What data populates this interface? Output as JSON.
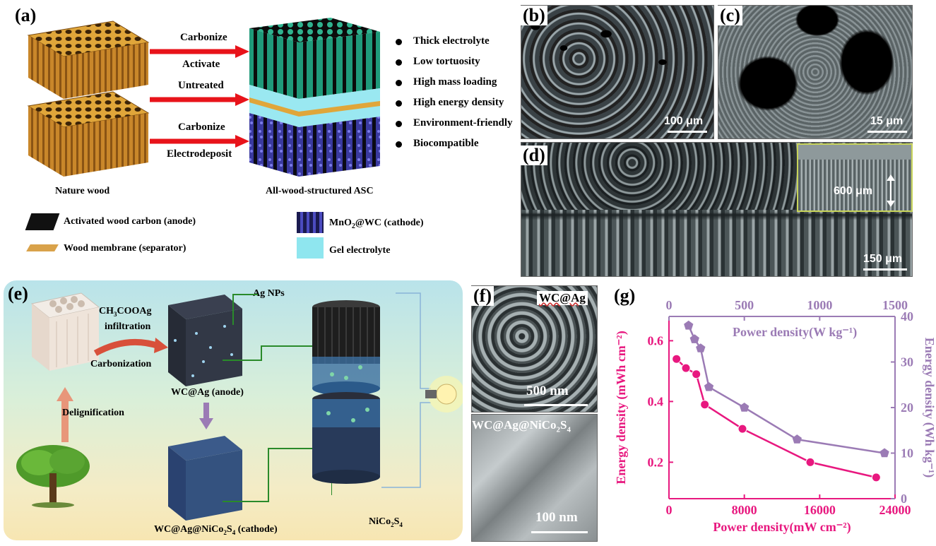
{
  "panel_labels": {
    "a": "(a)",
    "b": "(b)",
    "c": "(c)",
    "d": "(d)",
    "e": "(e)",
    "f": "(f)",
    "g": "(g)"
  },
  "panel_a": {
    "arrows": [
      {
        "top": "Carbonize",
        "bottom": "Activate"
      },
      {
        "top": "Untreated",
        "bottom": ""
      },
      {
        "top": "Carbonize",
        "bottom": "Electrodeposit"
      }
    ],
    "caption_left": "Nature wood",
    "caption_right": "All-wood-structured ASC",
    "features": [
      "Thick electrolyte",
      "Low tortuosity",
      "High mass loading",
      "High energy density",
      "Environment-friendly",
      "Biocompatible"
    ],
    "legend": [
      {
        "label": "Activated wood carbon (anode)",
        "color": "#111111"
      },
      {
        "label": "Wood membrane (separator)",
        "color": "#d9a24a"
      },
      {
        "label_main": "MnO",
        "label_sub": "2",
        "label_rest": "@WC (cathode)",
        "color": "#2a2a7a"
      },
      {
        "label": "Gel electrolyte",
        "color": "#8fe6ef"
      }
    ]
  },
  "panel_b": {
    "scale": "100 μm"
  },
  "panel_c": {
    "scale": "15 μm"
  },
  "panel_d": {
    "scale": "150 μm",
    "inset_scale": "600 μm"
  },
  "panel_e": {
    "reagent_main": "CH",
    "reagent_sub1": "3",
    "reagent_mid": "COOAg",
    "infiltration": "infiltration",
    "carbonization": "Carbonization",
    "delignification": "Delignification",
    "ag_nps": "Ag NPs",
    "anode": "WC@Ag (anode)",
    "cathode_main": "WC@Ag@NiCo",
    "cathode_sub1": "2",
    "cathode_mid": "S",
    "cathode_sub2": "4",
    "cathode_rest": " (cathode)",
    "nico_main": "NiCo",
    "nico_sub1": "2",
    "nico_mid": "S",
    "nico_sub2": "4"
  },
  "panel_f": {
    "top_label": "WC@Ag",
    "top_scale": "500 nm",
    "bottom_main": "WC@Ag@NiCo",
    "bottom_sub1": "2",
    "bottom_mid": "S",
    "bottom_sub2": "4",
    "bottom_scale": "100 nm"
  },
  "chart_data": {
    "type": "line",
    "title": "",
    "series": [
      {
        "name": "",
        "axis": "bottom-left",
        "color": "#e8187f",
        "x": [
          800,
          1800,
          2900,
          3800,
          7800,
          15000,
          22000
        ],
        "y": [
          0.54,
          0.51,
          0.49,
          0.39,
          0.31,
          0.2,
          0.15
        ]
      },
      {
        "name": "",
        "axis": "top-right",
        "color": "#9b7bb5",
        "x": [
          130,
          170,
          210,
          265,
          500,
          850,
          1430
        ],
        "y": [
          38,
          35,
          33,
          24.5,
          20,
          13,
          10
        ]
      }
    ],
    "xlabel_bottom": "Power density(mW cm⁻²)",
    "xlabel_top": "Power density(W kg⁻¹)",
    "ylabel_left": "Energy density (mWh cm⁻²)",
    "ylabel_right": "Energy density (Wh kg⁻¹)",
    "xlim_bottom": [
      0,
      24000
    ],
    "xticks_bottom": [
      "0",
      "8000",
      "16000",
      "24000"
    ],
    "ylim_left": [
      0.08,
      0.68
    ],
    "yticks_left": [
      "0.2",
      "0.4",
      "0.6"
    ],
    "xlim_top": [
      0,
      1500
    ],
    "xticks_top": [
      "0",
      "500",
      "1000",
      "1500"
    ],
    "ylim_right": [
      0,
      40
    ],
    "yticks_right": [
      "0",
      "10",
      "20",
      "30",
      "40"
    ],
    "colors": {
      "left": "#e8187f",
      "right": "#9b7bb5"
    }
  }
}
